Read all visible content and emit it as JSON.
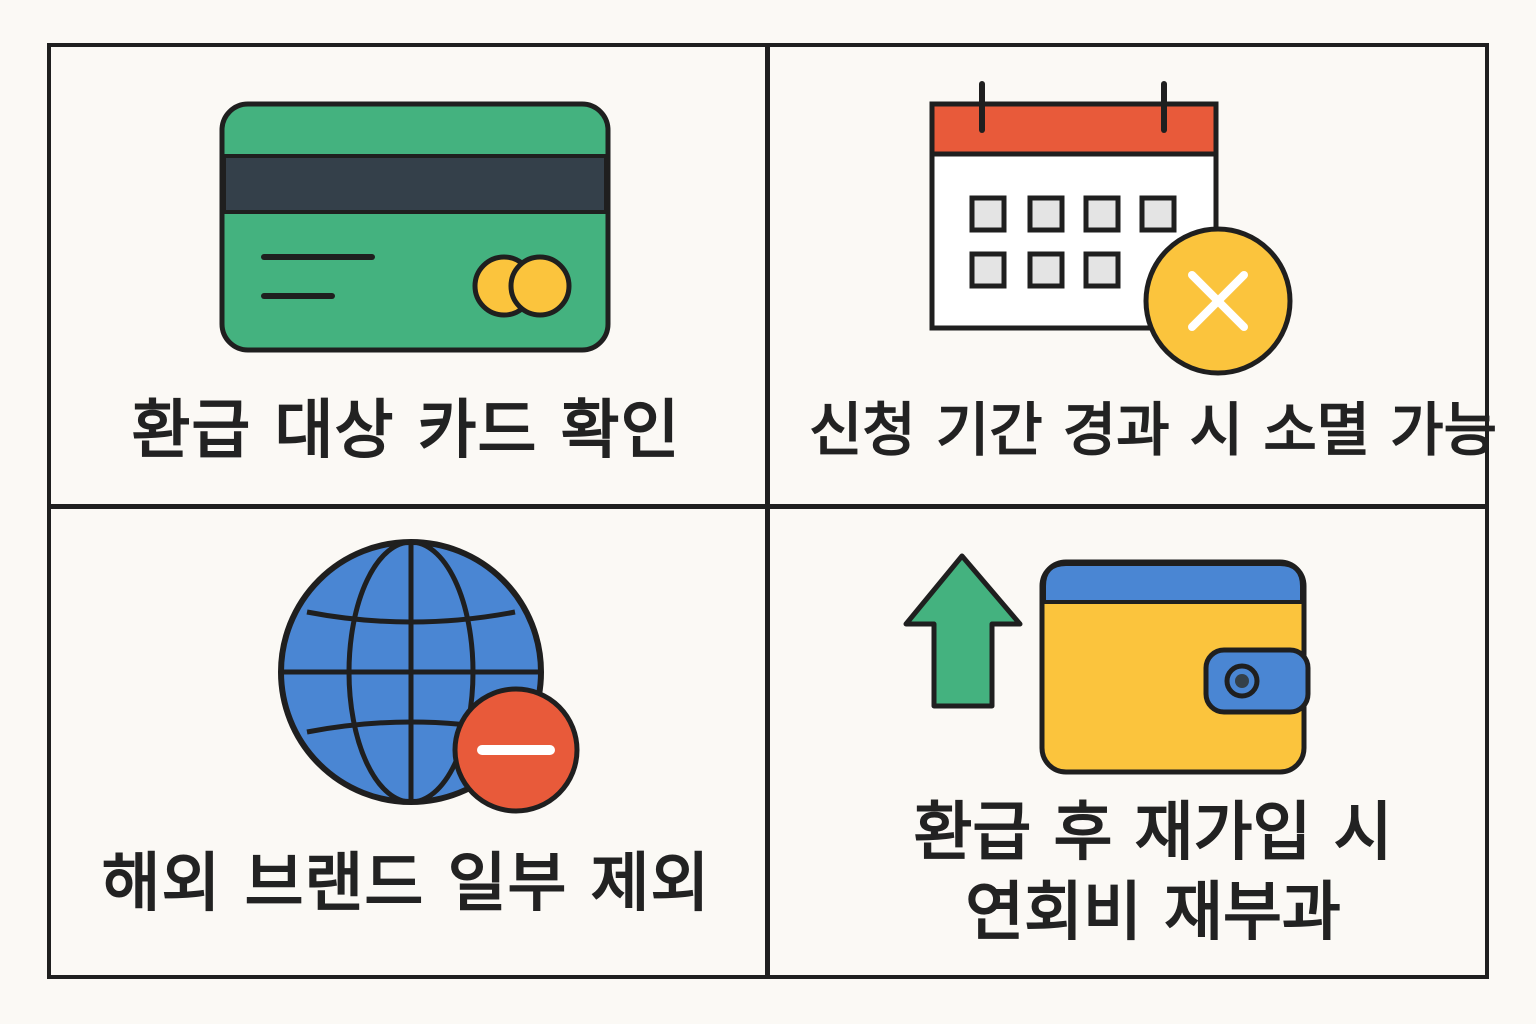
{
  "panels": [
    {
      "caption": "환급 대상 카드 확인",
      "icon": "credit-card-icon"
    },
    {
      "caption": "신청 기간 경과 시 소멸 가능",
      "icon": "calendar-cancel-icon"
    },
    {
      "caption": "해외 브랜드 일부 제외",
      "icon": "globe-minus-icon"
    },
    {
      "caption_lines": [
        "환급 후 재가입 시",
        "연회비 재부과"
      ],
      "icon": "wallet-arrow-up-icon"
    }
  ],
  "colors": {
    "green": "#44b27f",
    "dark": "#34404a",
    "yellow": "#fbc43d",
    "red": "#e85a3a",
    "blue": "#4a86d3",
    "outline": "#1f1f1f",
    "background": "#fbf9f5"
  }
}
